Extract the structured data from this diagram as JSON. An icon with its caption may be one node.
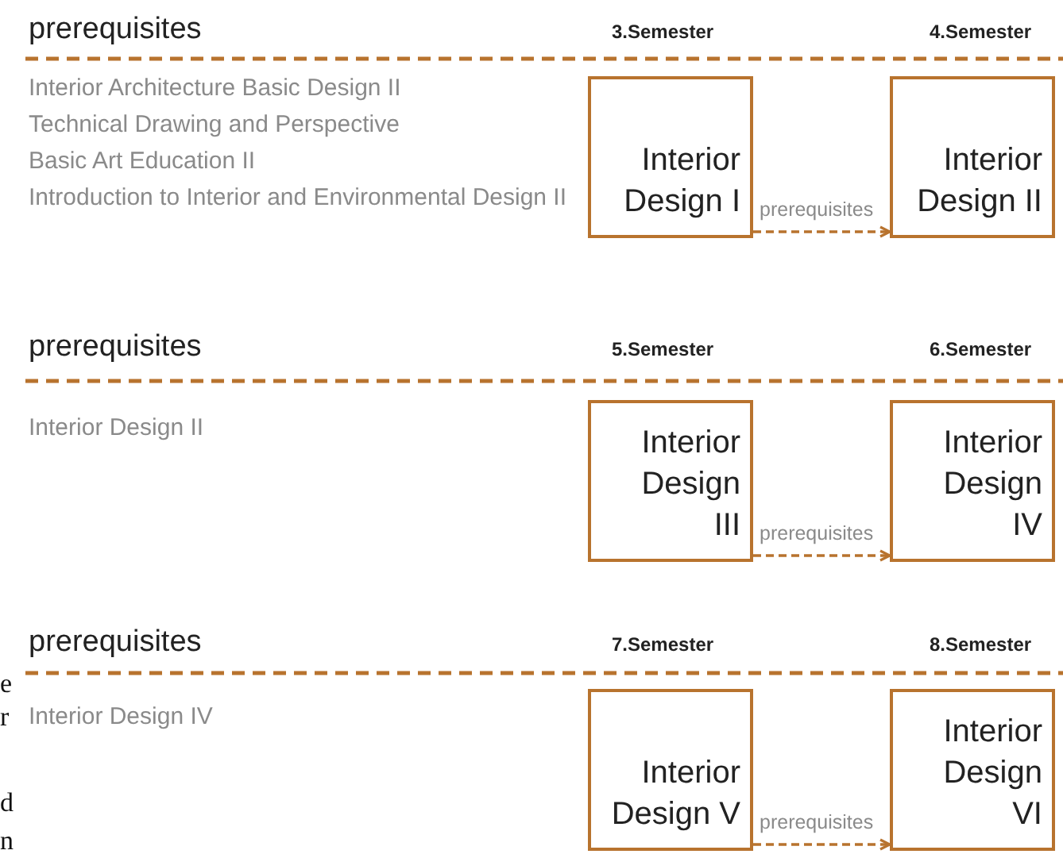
{
  "diagram": {
    "nodes": [
      {
        "text": [
          "Interior Design I"
        ]
      },
      {
        "text": [
          "Interior Design II"
        ]
      },
      {
        "text": [
          "Interior Design III"
        ]
      },
      {
        "text": [
          "Interior Design IV"
        ]
      },
      {
        "text": [
          "Interior Design V"
        ]
      },
      {
        "text": [
          "Interior Design VI"
        ]
      }
    ],
    "edges": [
      {
        "from": 0,
        "to": 1,
        "arrow": "to",
        "label": "prerequisites",
        "style": "dashed"
      },
      {
        "from": 2,
        "to": 3,
        "arrow": "to",
        "label": "prerequisites",
        "style": "dashed"
      },
      {
        "from": 4,
        "to": 5,
        "arrow": "to",
        "label": "prerequisites",
        "style": "dashed"
      }
    ],
    "labels": [
      "prerequisites",
      "3.Semester",
      "4.Semester",
      "Interior Architecture Basic Design II",
      "Technical Drawing and Perspective",
      "Basic Art Education II",
      "Introduction to Interior and Environmental Design II",
      "prerequisites",
      "5.Semester",
      "6.Semester",
      "Interior Design II",
      "prerequisites",
      "7.Semester",
      "8.Semester",
      "e",
      "r",
      "Interior Design IV",
      "d",
      "n"
    ]
  }
}
